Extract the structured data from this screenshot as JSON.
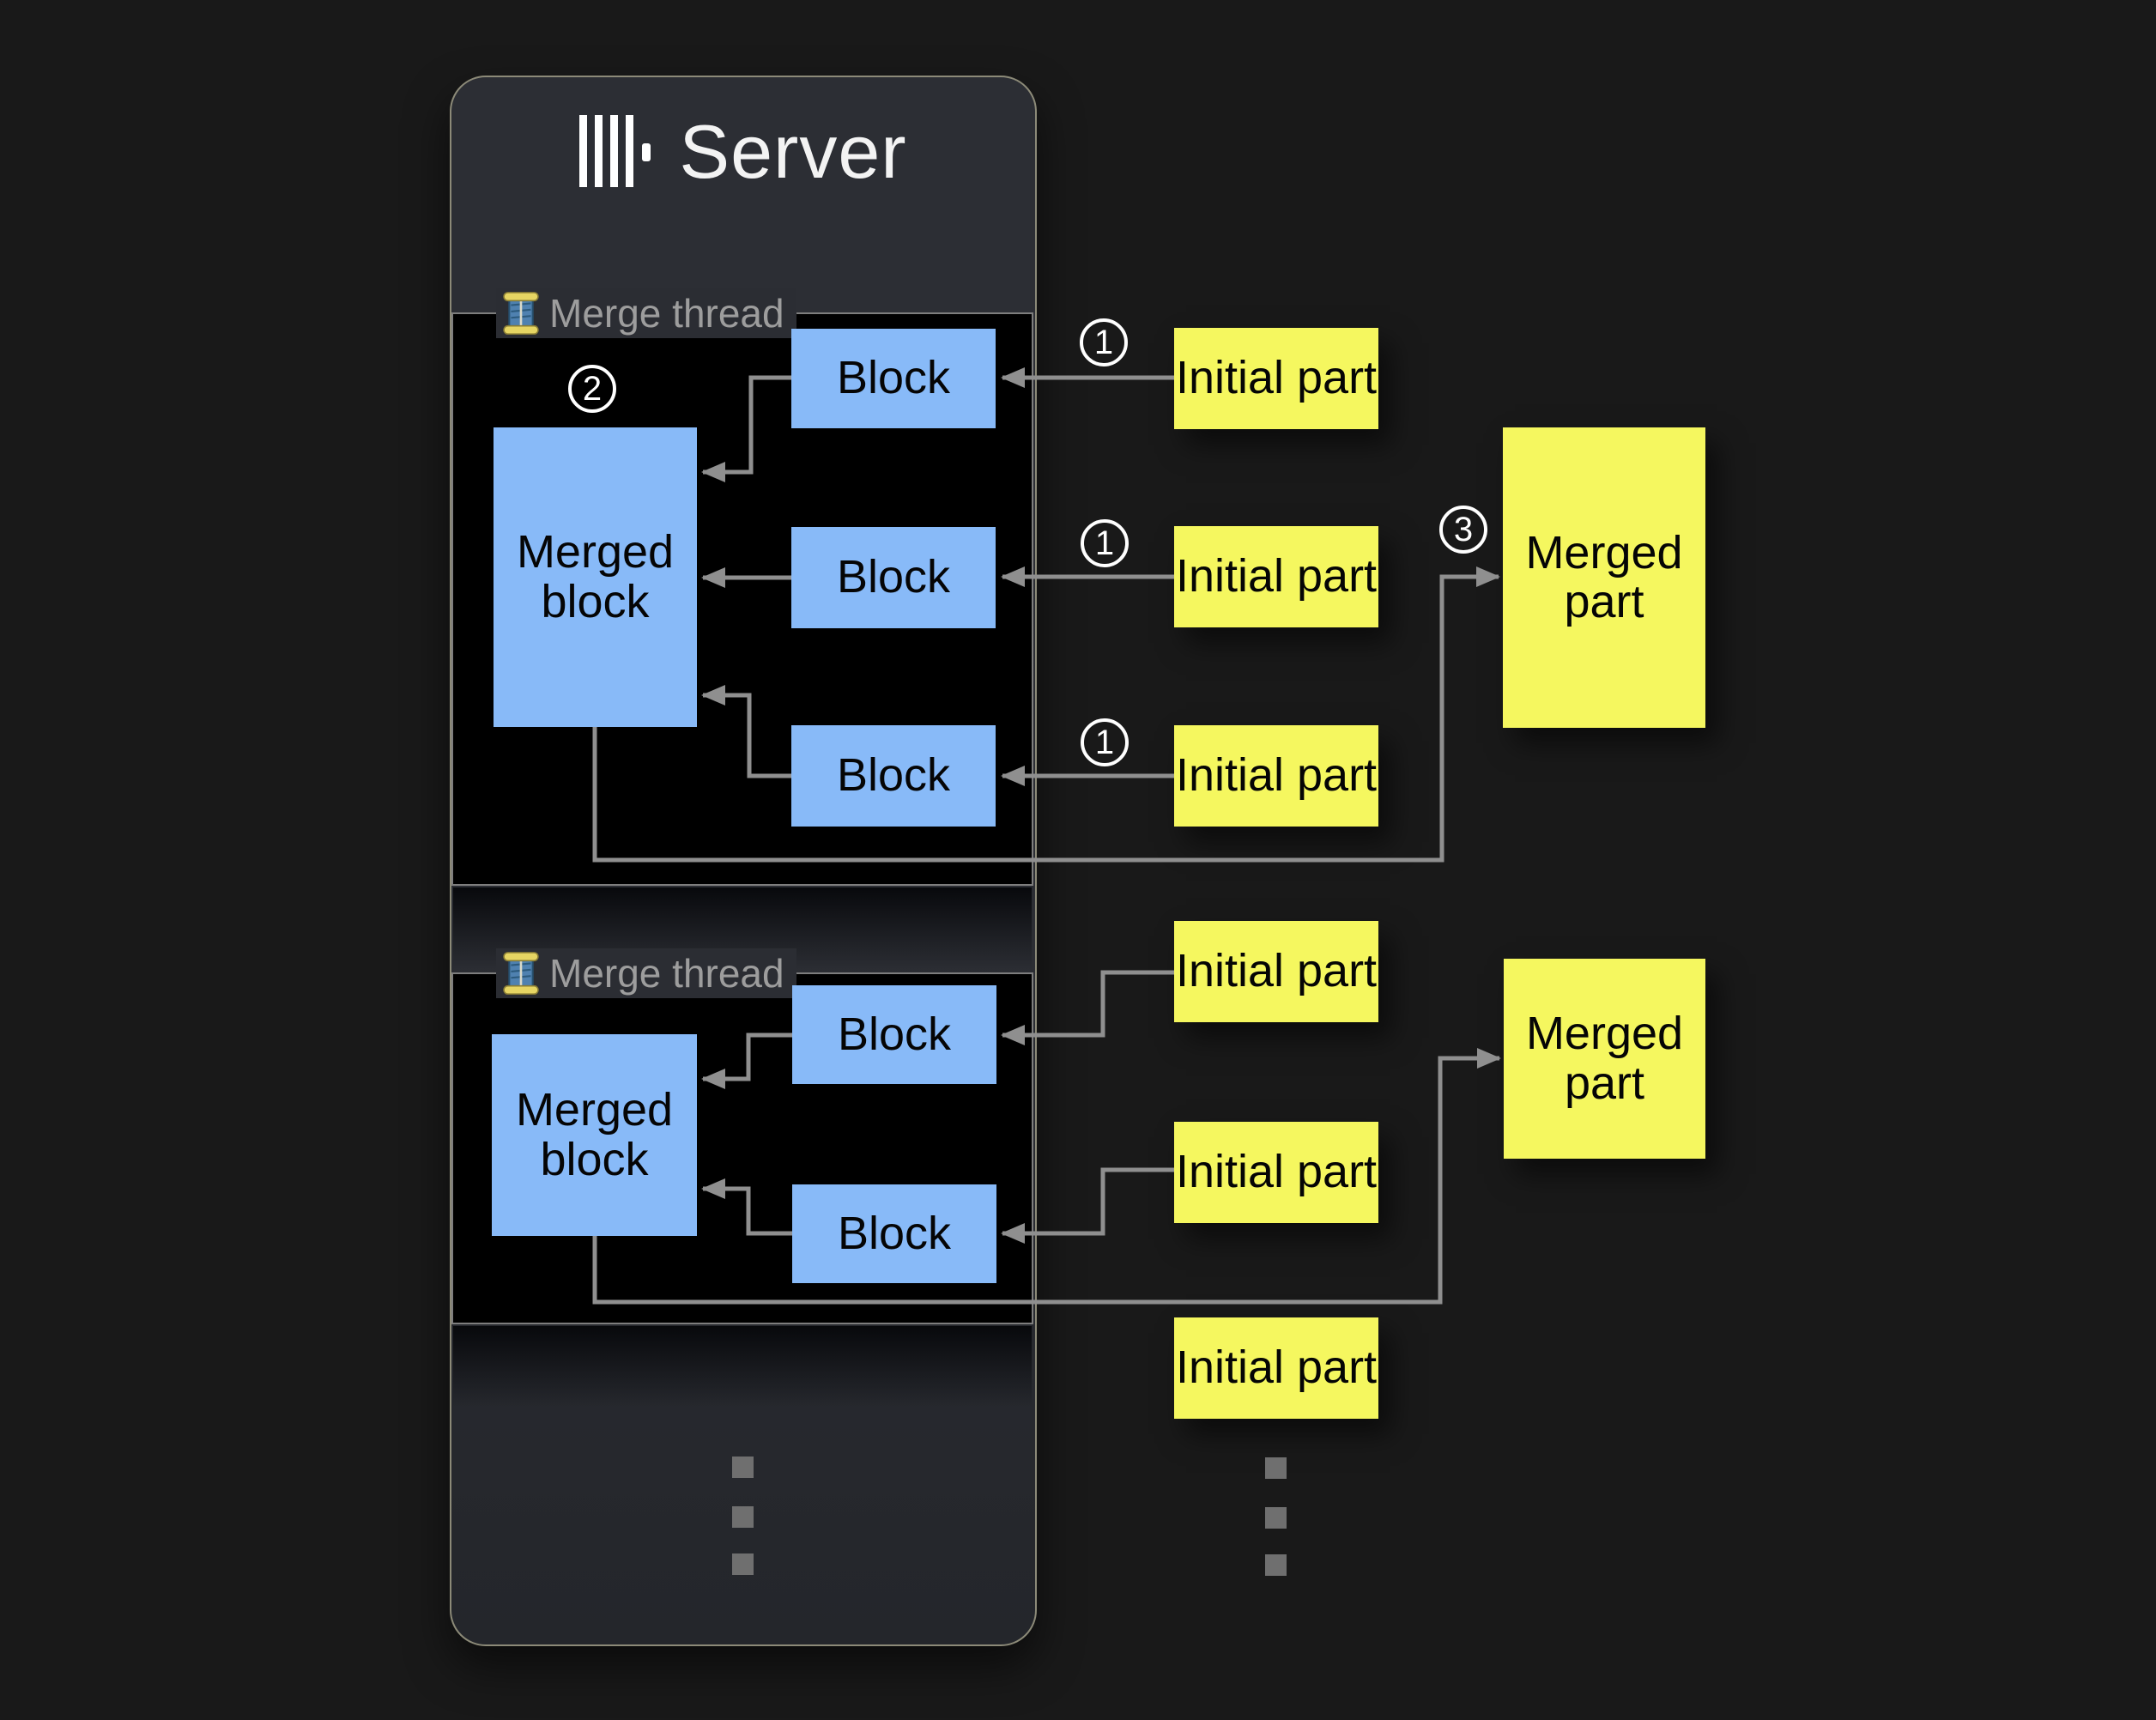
{
  "server": {
    "title": "Server",
    "logo_icon": "clickhouse-logo-icon"
  },
  "threads": [
    {
      "label": "Merge thread",
      "icon": "thread-spool-icon",
      "merged_block": "Merged block",
      "blocks": [
        "Block",
        "Block",
        "Block"
      ]
    },
    {
      "label": "Merge thread",
      "icon": "thread-spool-icon",
      "merged_block": "Merged block",
      "blocks": [
        "Block",
        "Block"
      ]
    }
  ],
  "initial_parts": [
    "Initial part",
    "Initial part",
    "Initial part",
    "Initial part",
    "Initial part",
    "Initial part"
  ],
  "merged_parts": [
    "Merged part",
    "Merged part"
  ],
  "badges": {
    "step1": "1",
    "step2": "2",
    "step3": "3"
  },
  "ellipsis": {
    "server_dots": 3,
    "parts_dots": 3,
    "dot_icon": "ellipsis-dot"
  },
  "colors": {
    "page_bg": "#191919",
    "server_bg": "#2b2d33",
    "panel_black": "#000000",
    "accent_blue": "#88baf8",
    "accent_yellow": "#f5f75f",
    "line_gray": "#8f8f8f",
    "label_gray": "#9d9d9d",
    "border_olive": "#8c8a78"
  }
}
